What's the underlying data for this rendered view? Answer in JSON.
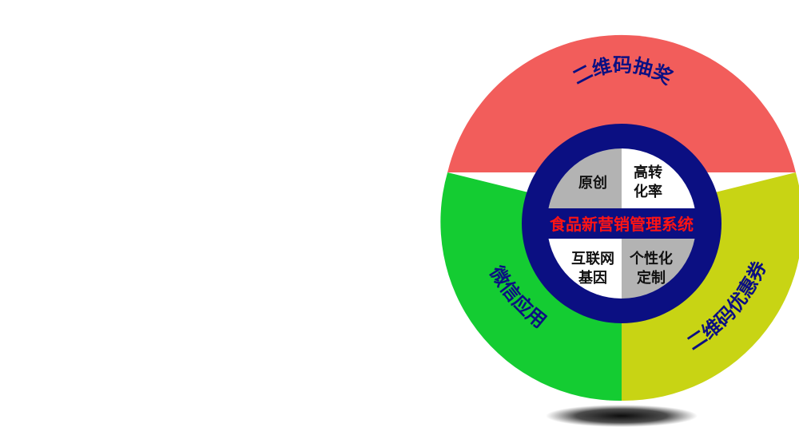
{
  "diagram": {
    "center_title": "食品新营销管理系统",
    "outer_segments": [
      {
        "label": "二维码抽奖",
        "color": "#f25d5b"
      },
      {
        "label": "二维码优惠券",
        "color": "#c8d414"
      },
      {
        "label": "微信应用",
        "color": "#14cc32"
      }
    ],
    "inner_segments": [
      {
        "line1": "原创",
        "line2": "",
        "color": "#b3b3b3"
      },
      {
        "line1": "高转",
        "line2": "化率",
        "color": "#ffffff"
      },
      {
        "line1": "互联网",
        "line2": "基因",
        "color": "#ffffff"
      },
      {
        "line1": "个性化",
        "line2": "定制",
        "color": "#b3b3b3"
      }
    ],
    "colors": {
      "ring": "#0b0f82",
      "outer_text": "#0b0f82",
      "inner_text": "#111111",
      "center_text": "#ff1414",
      "shadow": "#111111"
    }
  }
}
